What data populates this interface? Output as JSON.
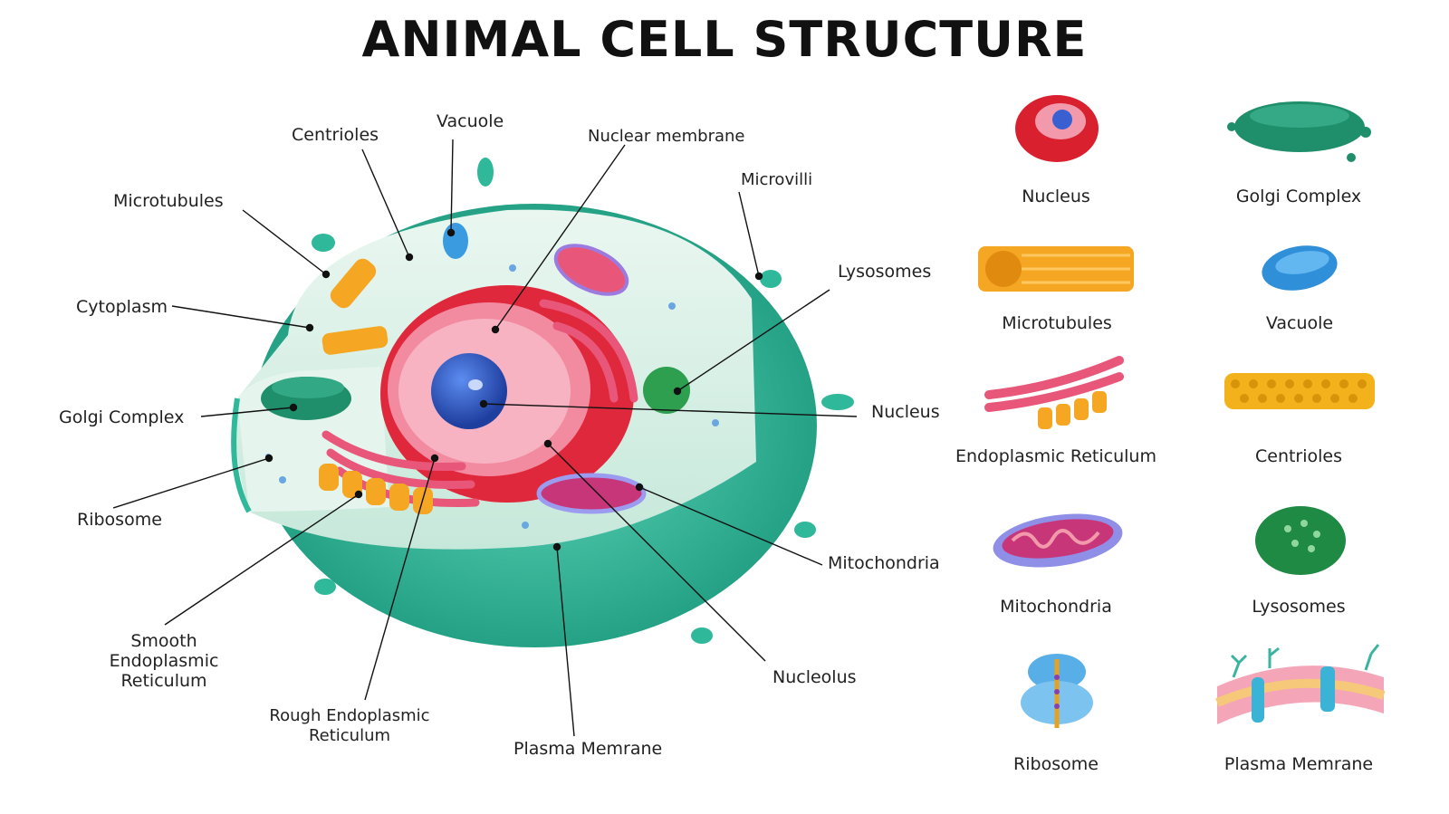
{
  "title": "ANIMAL CELL STRUCTURE",
  "diagram_labels": {
    "centrioles": "Centrioles",
    "vacuole": "Vacuole",
    "nuclear_membrane": "Nuclear membrane",
    "microvilli": "Microvilli",
    "microtubules": "Microtubules",
    "lysosomes": "Lysosomes",
    "cytoplasm": "Cytoplasm",
    "golgi_complex": "Golgi Complex",
    "nucleus": "Nucleus",
    "ribosome": "Ribosome",
    "mitochondria": "Mitochondria",
    "smooth_er_1": "Smooth",
    "smooth_er_2": "Endoplasmic",
    "smooth_er_3": "Reticulum",
    "nucleolus": "Nucleolus",
    "rough_er_1": "Rough Endoplasmic",
    "rough_er_2": "Reticulum",
    "plasma_membrane": "Plasma Memrane"
  },
  "legend": [
    {
      "label": "Nucleus",
      "icon": "nucleus-icon"
    },
    {
      "label": "Golgi Complex",
      "icon": "golgi-icon"
    },
    {
      "label": "Microtubules",
      "icon": "microtubules-icon"
    },
    {
      "label": "Vacuole",
      "icon": "vacuole-icon"
    },
    {
      "label": "Endoplasmic Reticulum",
      "icon": "er-icon"
    },
    {
      "label": "Centrioles",
      "icon": "centrioles-icon"
    },
    {
      "label": "Mitochondria",
      "icon": "mitochondria-icon"
    },
    {
      "label": "Lysosomes",
      "icon": "lysosomes-icon"
    },
    {
      "label": "Ribosome",
      "icon": "ribosome-icon"
    },
    {
      "label": "Plasma Memrane",
      "icon": "plasma-membrane-icon"
    }
  ],
  "colors": {
    "membrane": "#2fb89a",
    "cytoplasm": "#d6efe4",
    "nucleus": "#e0283c",
    "nucleolus": "#2a5bc7",
    "er": "#e8577a",
    "golgi": "#1e8f6a",
    "microtubule": "#f5a623",
    "vacuole": "#3a9be0",
    "lysosome": "#2e9e4f"
  }
}
